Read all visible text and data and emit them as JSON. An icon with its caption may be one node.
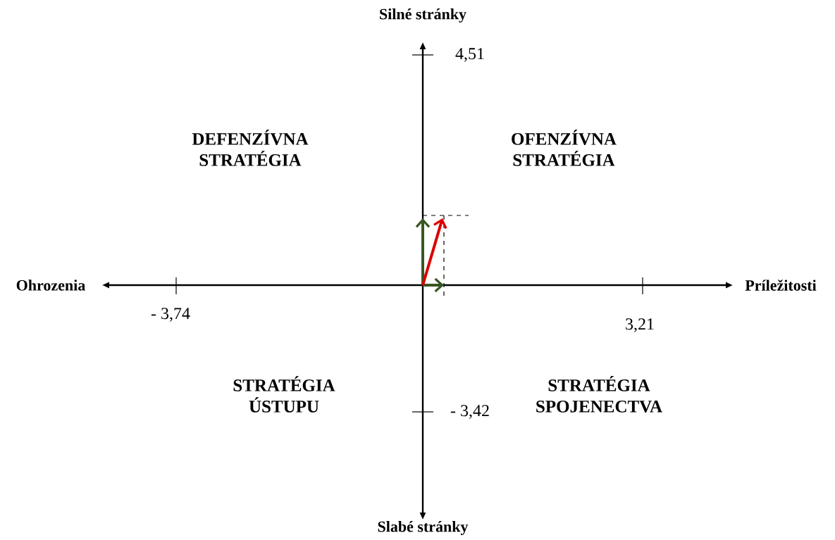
{
  "diagram": {
    "labels": [
      "Silné stránky",
      "4,51",
      "DEFENZÍVNA STRATÉGIA",
      "OFENZÍVNA STRATÉGIA",
      "Ohrozenia",
      "Príležitosti",
      "- 3,74",
      "3,21",
      "STRATÉGIA ÚSTUPU",
      "STRATÉGIA SPOJENECTVA",
      "- 3,42",
      "Slabé stránky"
    ]
  }
}
